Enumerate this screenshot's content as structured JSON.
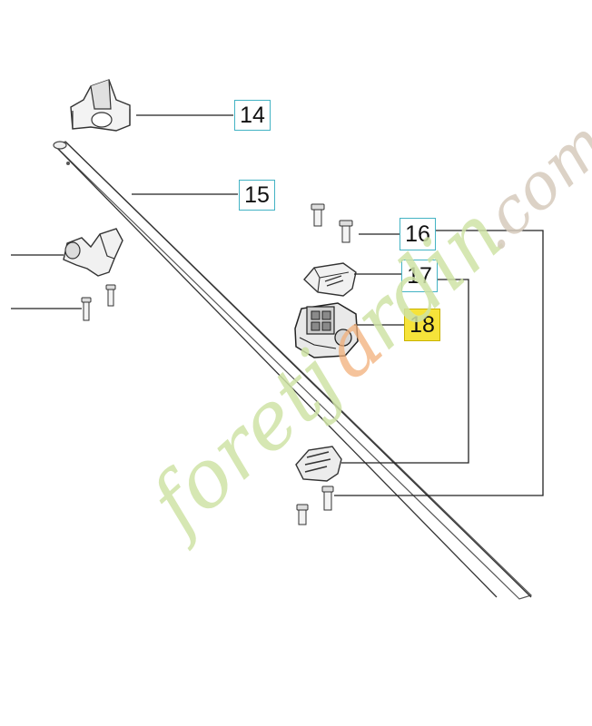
{
  "callouts": [
    {
      "id": "14",
      "label": "14",
      "highlighted": false
    },
    {
      "id": "15",
      "label": "15",
      "highlighted": false
    },
    {
      "id": "16",
      "label": "16",
      "highlighted": false
    },
    {
      "id": "17",
      "label": "17",
      "highlighted": false
    },
    {
      "id": "18",
      "label": "18",
      "highlighted": true
    }
  ],
  "watermark": {
    "text": "foretjardin.com",
    "color_main": "#cfe3a6",
    "color_dot": "#f2b07a",
    "color_com": "#d6cbbd"
  },
  "colors": {
    "callout_border": "#43b3c4",
    "highlight_fill": "#f6e33a",
    "line": "#222222"
  }
}
